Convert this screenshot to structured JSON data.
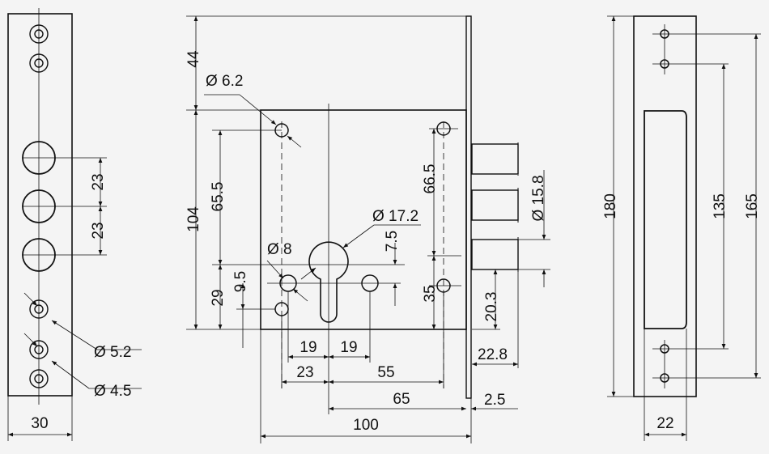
{
  "drawing": {
    "dimensions": {
      "front_width": "30",
      "front_spacing_upper": "23",
      "front_spacing_lower": "23",
      "front_hole_large": "Ø 5.2",
      "front_hole_small": "Ø 4.5",
      "body_top_height": "44",
      "body_hole_dia": "Ø 6.2",
      "body_height": "104",
      "left_hole_spacing": "65.5",
      "lower_hole_height": "29",
      "cylinder_offset": "9.5",
      "cylinder_hole_dia": "Ø 8",
      "cylinder_dia": "Ø 17.2",
      "cylinder_gap": "7.5",
      "right_hole_spacing": "66.5",
      "right_lower_height": "35",
      "bolt_dia": "Ø 15.8",
      "bolt_lower": "20.3",
      "bolt_projection": "22.8",
      "plate_thickness": "2.5",
      "span_19_left": "19",
      "span_19_right": "19",
      "span_23": "23",
      "span_55": "55",
      "backset": "65",
      "body_width": "100",
      "plate_height": "180",
      "plate_inner_135": "135",
      "plate_inner_165": "165",
      "plate_width": "22"
    }
  }
}
